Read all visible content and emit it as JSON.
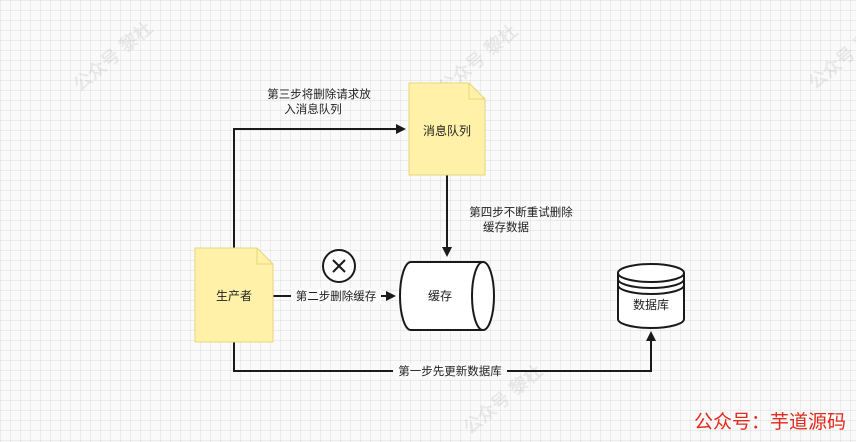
{
  "colors": {
    "note_fill": "#fff2a8",
    "note_stroke": "#e5d57a",
    "stroke": "#1a1a1a",
    "footer": "#e02a1b"
  },
  "nodes": {
    "producer": {
      "label": "生产者"
    },
    "queue": {
      "label": "消息队列"
    },
    "cache": {
      "label": "缓存"
    },
    "database": {
      "label": "数据库"
    },
    "delete_mark": {
      "icon": "close-circle-icon"
    }
  },
  "edges": {
    "step1": {
      "label": "第一步先更新数据库"
    },
    "step2": {
      "label": "第二步删除缓存"
    },
    "step3": {
      "label_lines": [
        "第三步将删除请求放",
        "入消息队列"
      ]
    },
    "step4": {
      "label_lines": [
        "第四步不断重试删除",
        "缓存数据"
      ]
    }
  },
  "watermark": {
    "text": "公众号 黎杜"
  },
  "footer": {
    "text": "公众号：芋道源码"
  }
}
